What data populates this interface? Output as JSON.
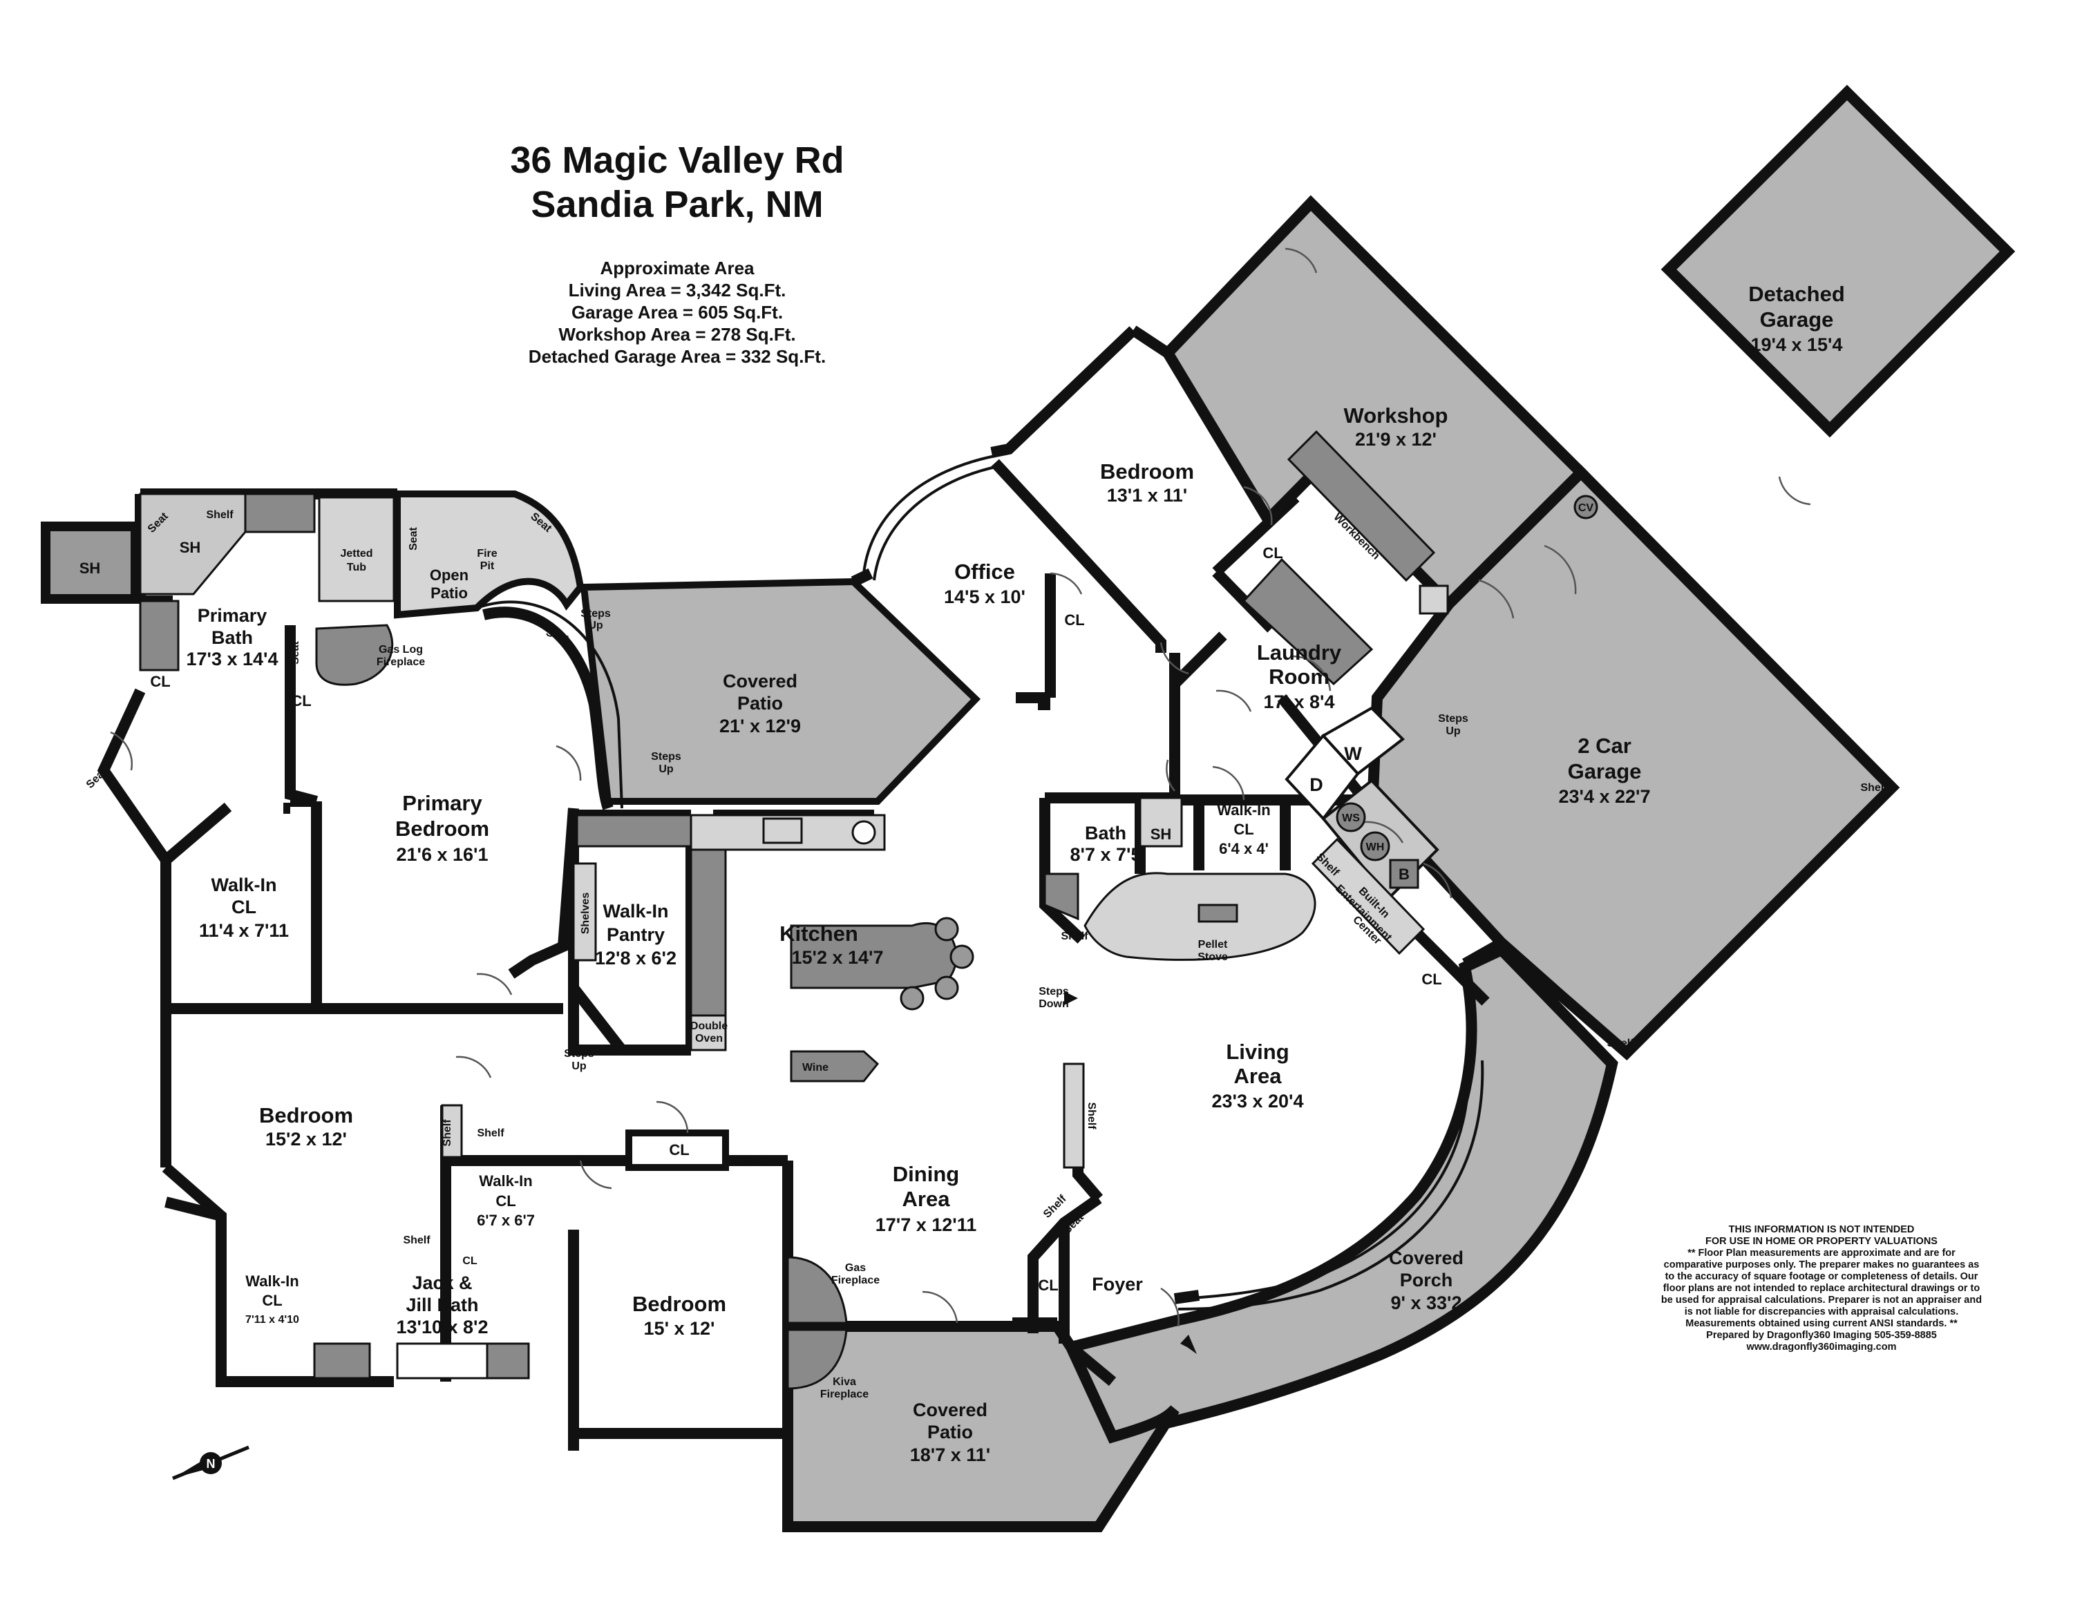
{
  "header": {
    "address_line1": "36 Magic Valley Rd",
    "address_line2": "Sandia Park, NM",
    "area_title": "Approximate Area",
    "living_area": "Living Area = 3,342 Sq.Ft.",
    "garage_area": "Garage Area = 605 Sq.Ft.",
    "workshop_area": "Workshop Area = 278 Sq.Ft.",
    "detached_garage_area": "Detached Garage Area = 332 Sq.Ft."
  },
  "disclaimer": {
    "line1": "THIS INFORMATION IS NOT INTENDED",
    "line2": "FOR USE IN HOME OR PROPERTY VALUATIONS",
    "line3": "** Floor Plan measurements are approximate and are for",
    "line4": "comparative purposes only. The preparer makes no guarantees as",
    "line5": "to the accuracy of square footage or completeness of details. Our",
    "line6": "floor plans are not intended to replace architectural drawings or to",
    "line7": "be used for appraisal calculations. Preparer is not an appraiser and",
    "line8": "is not liable for discrepancies with appraisal calculations.",
    "line9": "Measurements obtained using current ANSI standards. **",
    "line10": "Prepared by Dragonfly360 Imaging 505-359-8885",
    "line11": "www.dragonfly360imaging.com"
  },
  "rooms": {
    "detached_garage": {
      "name1": "Detached",
      "name2": "Garage",
      "dim": "19'4 x 15'4"
    },
    "workshop": {
      "name": "Workshop",
      "dim": "21'9 x 12'"
    },
    "bedroom_ne": {
      "name": "Bedroom",
      "dim": "13'1 x 11'"
    },
    "office": {
      "name": "Office",
      "dim": "14'5 x 10'"
    },
    "laundry": {
      "name1": "Laundry",
      "name2": "Room",
      "dim": "17' x 8'4"
    },
    "garage": {
      "name1": "2 Car",
      "name2": "Garage",
      "dim": "23'4 x 22'7"
    },
    "covered_patio_n": {
      "name1": "Covered",
      "name2": "Patio",
      "dim": "21' x 12'9"
    },
    "open_patio": {
      "name1": "Open",
      "name2": "Patio"
    },
    "primary_bath": {
      "name1": "Primary",
      "name2": "Bath",
      "dim": "17'3 x 14'4"
    },
    "primary_bedroom": {
      "name1": "Primary",
      "name2": "Bedroom",
      "dim": "21'6 x 16'1"
    },
    "walkin_cl_primary": {
      "name1": "Walk-In",
      "name2": "CL",
      "dim": "11'4 x 7'11"
    },
    "walkin_pantry": {
      "name1": "Walk-In",
      "name2": "Pantry",
      "dim": "12'8 x 6'2"
    },
    "kitchen": {
      "name": "Kitchen",
      "dim": "15'2 x 14'7"
    },
    "bath": {
      "name": "Bath",
      "dim": "8'7 x 7'5"
    },
    "walkin_cl_laundry": {
      "name1": "Walk-In",
      "name2": "CL",
      "dim": "6'4 x 4'"
    },
    "living": {
      "name1": "Living",
      "name2": "Area",
      "dim": "23'3 x 20'4"
    },
    "bedroom_w": {
      "name": "Bedroom",
      "dim": "15'2 x 12'"
    },
    "walkin_cl_mid": {
      "name1": "Walk-In",
      "name2": "CL",
      "dim": "6'7 x 6'7"
    },
    "walkin_cl_sw": {
      "name1": "Walk-In",
      "name2": "CL",
      "dim": "7'11 x 4'10"
    },
    "jack_jill": {
      "name1": "Jack &",
      "name2": "Jill Bath",
      "dim": "13'10 x 8'2"
    },
    "bedroom_s": {
      "name": "Bedroom",
      "dim": "15' x 12'"
    },
    "dining": {
      "name1": "Dining",
      "name2": "Area",
      "dim": "17'7 x 12'11"
    },
    "covered_porch": {
      "name1": "Covered",
      "name2": "Porch",
      "dim": "9' x 33'2"
    },
    "covered_patio_s": {
      "name1": "Covered",
      "name2": "Patio",
      "dim": "18'7 x 11'"
    },
    "foyer": {
      "name": "Foyer"
    }
  },
  "fixtures": {
    "sh": "SH",
    "cl": "CL",
    "seat": "Seat",
    "shelf": "Shelf",
    "shelves": "Shelves",
    "jetted1": "Jetted",
    "jetted2": "Tub",
    "fire1": "Fire",
    "fire2": "Pit",
    "steps": "Steps",
    "up": "Up",
    "down": "Down",
    "gaslog1": "Gas Log",
    "gaslog2": "Fireplace",
    "gasfp1": "Gas",
    "gasfp2": "Fireplace",
    "kiva1": "Kiva",
    "kiva2": "Fireplace",
    "pellet1": "Pellet",
    "pellet2": "Stove",
    "builtin1": "Built-In",
    "builtin2": "Entertainment",
    "builtin3": "Center",
    "workbench": "Workbench",
    "cv": "CV",
    "w": "W",
    "d": "D",
    "ws": "WS",
    "wh": "WH",
    "b": "B",
    "double1": "Double",
    "double2": "Oven",
    "wine": "Wine"
  },
  "compass": {
    "north": "N"
  }
}
